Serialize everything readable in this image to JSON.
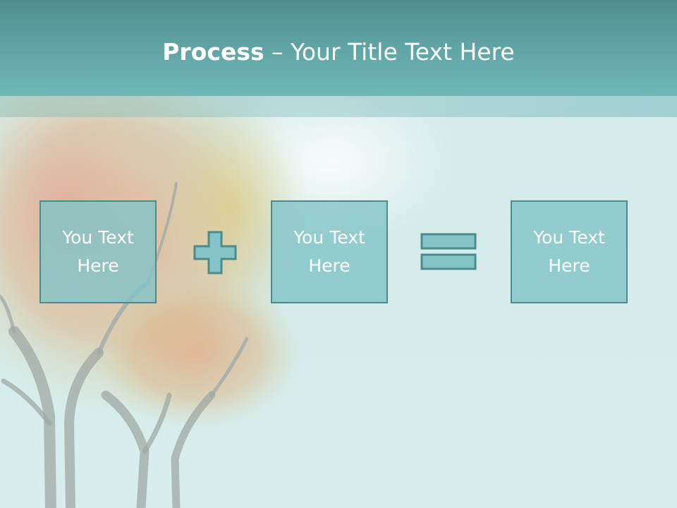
{
  "slide": {
    "title_bold": "Process",
    "title_separator": " – ",
    "title_rest": "Your Title Text Here",
    "boxes": [
      {
        "text": "You Text\nHere"
      },
      {
        "text": "You Text\nHere"
      },
      {
        "text": "You Text\nHere"
      }
    ],
    "operators": [
      "plus",
      "equals"
    ]
  },
  "colors": {
    "header": "#5fa2a4",
    "box_fill": "#84c4c8",
    "box_border": "#4d8a8c",
    "text": "#ffffff"
  }
}
